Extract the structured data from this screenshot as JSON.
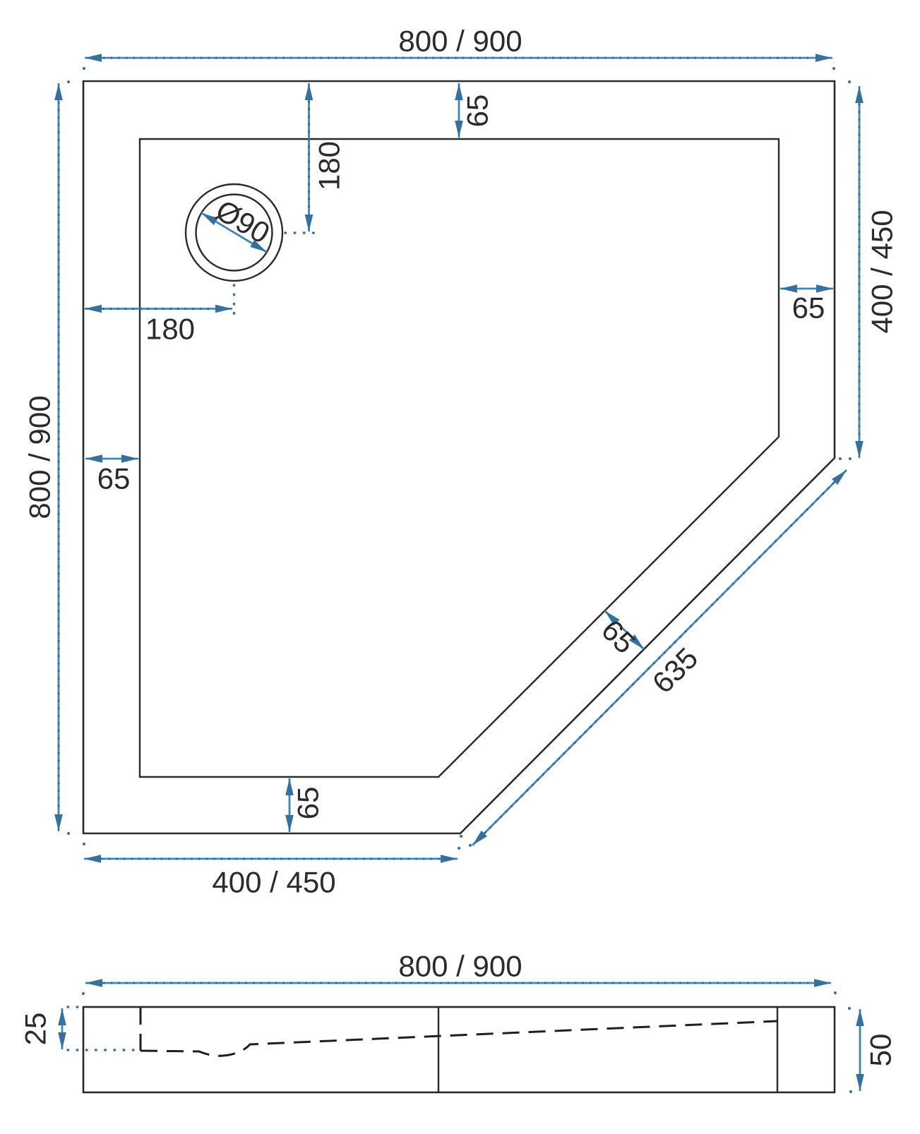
{
  "document": {
    "type": "technical dimension drawing",
    "subject": "pentagonal shower tray",
    "background": "#ffffff"
  },
  "colors": {
    "outline": "#2a2a2a",
    "dimension_line": "#4584b0",
    "dimension_accent": "#27618f",
    "label_text": "#2b2b2b"
  },
  "top_view": {
    "name": "plan view",
    "dimensions": {
      "overall_width": "800 / 900",
      "overall_height": "800 / 900",
      "right_edge_length": "400 / 450",
      "bottom_edge_length": "400 / 450",
      "rim_top": "65",
      "rim_left": "65",
      "rim_right": "65",
      "rim_bottom": "65",
      "rim_diagonal": "65",
      "diagonal_edge_length": "635",
      "drain_offset_from_top": "180",
      "drain_offset_from_left": "180",
      "drain_diameter": "Ø90"
    }
  },
  "section_view": {
    "name": "side section view",
    "dimensions": {
      "overall_width": "800 / 900",
      "inner_depth_left": "25",
      "overall_height_right": "50"
    }
  }
}
